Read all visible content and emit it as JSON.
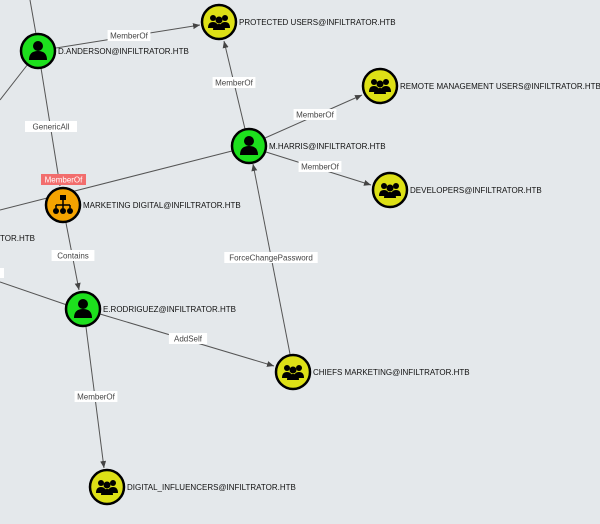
{
  "nodes": [
    {
      "id": "danderson",
      "label": "D.ANDERSON@INFILTRATOR.HTB",
      "kind": "user",
      "color": "#1de01d"
    },
    {
      "id": "protected",
      "label": "PROTECTED USERS@INFILTRATOR.HTB",
      "kind": "group",
      "color": "#dde016"
    },
    {
      "id": "remote",
      "label": "REMOTE MANAGEMENT USERS@INFILTRATOR.HTB",
      "kind": "group",
      "color": "#dde016"
    },
    {
      "id": "mharris",
      "label": "M.HARRIS@INFILTRATOR.HTB",
      "kind": "user",
      "color": "#1de01d"
    },
    {
      "id": "developers",
      "label": "DEVELOPERS@INFILTRATOR.HTB",
      "kind": "group",
      "color": "#dde016"
    },
    {
      "id": "marketing",
      "label": "MARKETING DIGITAL@INFILTRATOR.HTB",
      "kind": "ou",
      "color": "#f5a300"
    },
    {
      "id": "erodriguez",
      "label": "E.RODRIGUEZ@INFILTRATOR.HTB",
      "kind": "user",
      "color": "#1de01d"
    },
    {
      "id": "chiefs",
      "label": "CHIEFS MARKETING@INFILTRATOR.HTB",
      "kind": "group",
      "color": "#dde016"
    },
    {
      "id": "influencers",
      "label": "DIGITAL_INFLUENCERS@INFILTRATOR.HTB",
      "kind": "group",
      "color": "#dde016"
    }
  ],
  "edges": [
    {
      "from": "danderson",
      "to": "protected",
      "label": "MemberOf"
    },
    {
      "from": "danderson",
      "to": "marketing",
      "label": "GenericAll"
    },
    {
      "from": "mharris",
      "to": "protected",
      "label": "MemberOf"
    },
    {
      "from": "mharris",
      "to": "remote",
      "label": "MemberOf"
    },
    {
      "from": "mharris",
      "to": "developers",
      "label": "MemberOf"
    },
    {
      "from": "marketing",
      "to": "erodriguez",
      "label": "Contains"
    },
    {
      "from": "erodriguez",
      "to": "chiefs",
      "label": "AddSelf"
    },
    {
      "from": "chiefs",
      "to": "mharris",
      "label": "ForceChangePassword"
    },
    {
      "from": "erodriguez",
      "to": "influencers",
      "label": "MemberOf"
    }
  ],
  "highlighted_edge_label": "MemberOf",
  "partial_label": "TOR.HTB"
}
